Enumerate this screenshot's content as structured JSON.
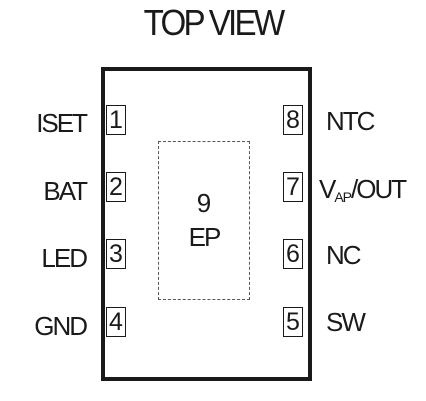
{
  "title": "TOP VIEW",
  "exposed_pad": {
    "number": "9",
    "label": "EP"
  },
  "left_pins": [
    {
      "number": "1",
      "name": "ISET"
    },
    {
      "number": "2",
      "name": "BAT"
    },
    {
      "number": "3",
      "name": "LED"
    },
    {
      "number": "4",
      "name": "GND"
    }
  ],
  "right_pins": [
    {
      "number": "8",
      "name": "NTC"
    },
    {
      "number": "7",
      "name_main": "V",
      "name_sub": "AP",
      "name_rest": "/OUT"
    },
    {
      "number": "6",
      "name": "NC"
    },
    {
      "number": "5",
      "name": "SW"
    }
  ]
}
